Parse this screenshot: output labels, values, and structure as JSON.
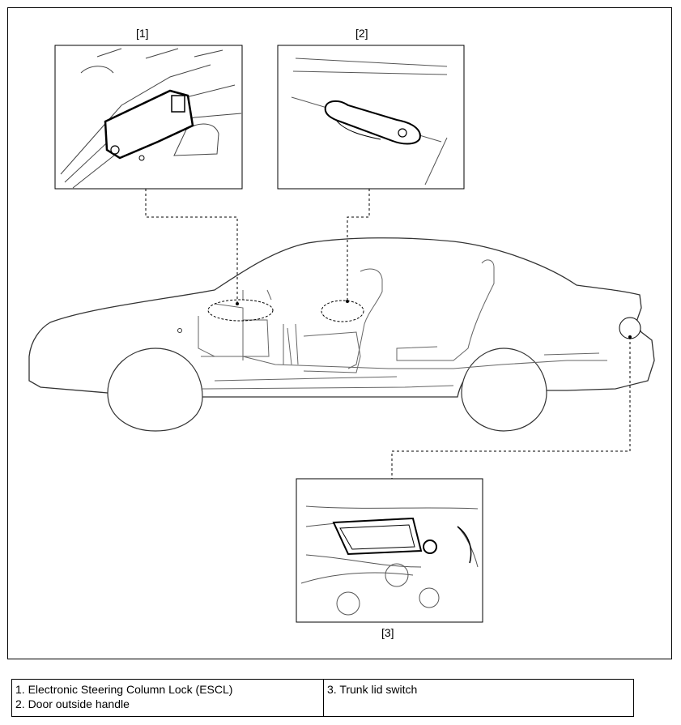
{
  "callouts": {
    "one": "[1]",
    "two": "[2]",
    "three": "[3]"
  },
  "legend": {
    "item1": "1. Electronic Steering Column Lock (ESCL)",
    "item2": "2. Door outside handle",
    "item3": "3. Trunk lid switch"
  }
}
